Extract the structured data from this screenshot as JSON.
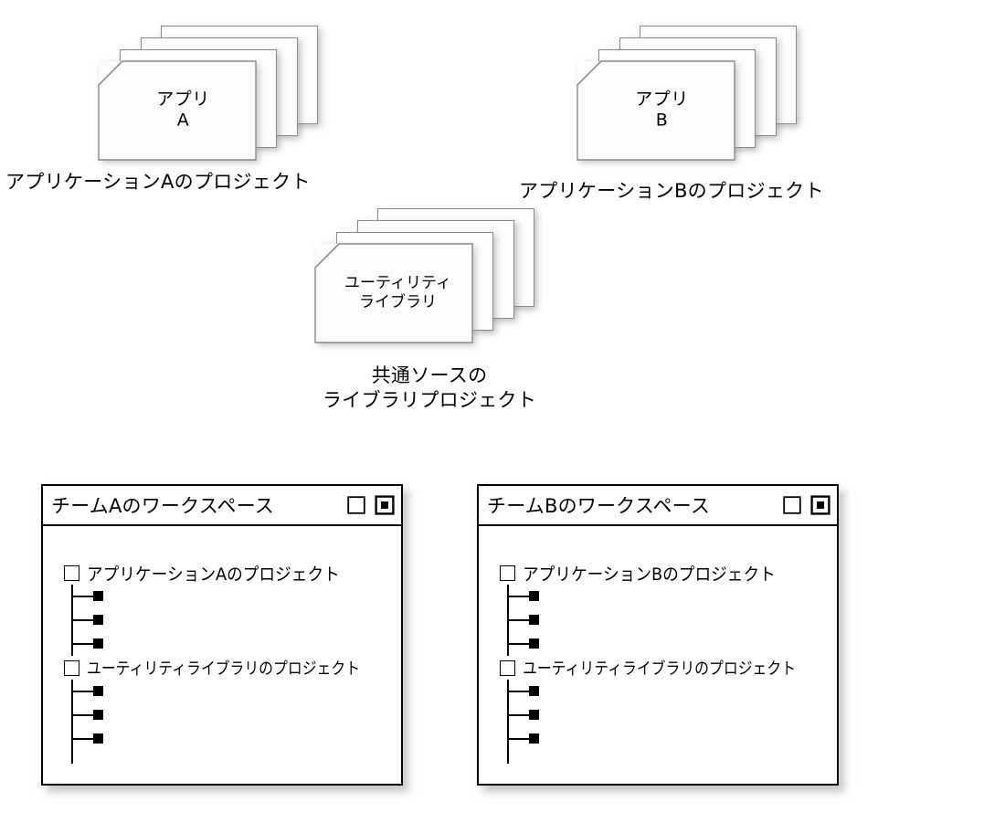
{
  "diagram": {
    "title": "Workspace and project structure diagram",
    "colors": {
      "panel_border": "#000000",
      "sheet_border": "#8a8a8a",
      "sheet_face": "#fbfbfb",
      "text": "#000000",
      "background": "#ffffff"
    }
  },
  "stacks": [
    {
      "id": "app-a",
      "sheet_label": "アプリ\nA",
      "caption": "アプリケーションAのプロジェクト",
      "sheet_count": 4
    },
    {
      "id": "app-b",
      "sheet_label": "アプリ\nB",
      "caption": "アプリケーションBのプロジェクト",
      "sheet_count": 4
    },
    {
      "id": "utility-library",
      "sheet_label": "ユーティリティ\nライブラリ",
      "caption": "共通ソースの\nライブラリプロジェクト",
      "sheet_count": 4
    }
  ],
  "workspaces": [
    {
      "id": "team-a",
      "title": "チームAのワークスペース",
      "window_controls": [
        {
          "name": "minimize-icon",
          "glyph": "square-outline"
        },
        {
          "name": "restore-icon",
          "glyph": "square-in-square"
        }
      ],
      "tree": [
        {
          "label": "アプリケーションAのプロジェクト",
          "icon": "project-node-icon",
          "children": [
            "",
            "",
            ""
          ]
        },
        {
          "label": "ユーティリティライブラリのプロジェクト",
          "icon": "project-node-icon",
          "children": [
            "",
            "",
            ""
          ]
        }
      ]
    },
    {
      "id": "team-b",
      "title": "チームBのワークスペース",
      "window_controls": [
        {
          "name": "minimize-icon",
          "glyph": "square-outline"
        },
        {
          "name": "restore-icon",
          "glyph": "square-in-square"
        }
      ],
      "tree": [
        {
          "label": "アプリケーションBのプロジェクト",
          "icon": "project-node-icon",
          "children": [
            "",
            "",
            ""
          ]
        },
        {
          "label": "ユーティリティライブラリのプロジェクト",
          "icon": "project-node-icon",
          "children": [
            "",
            "",
            ""
          ]
        }
      ]
    }
  ]
}
